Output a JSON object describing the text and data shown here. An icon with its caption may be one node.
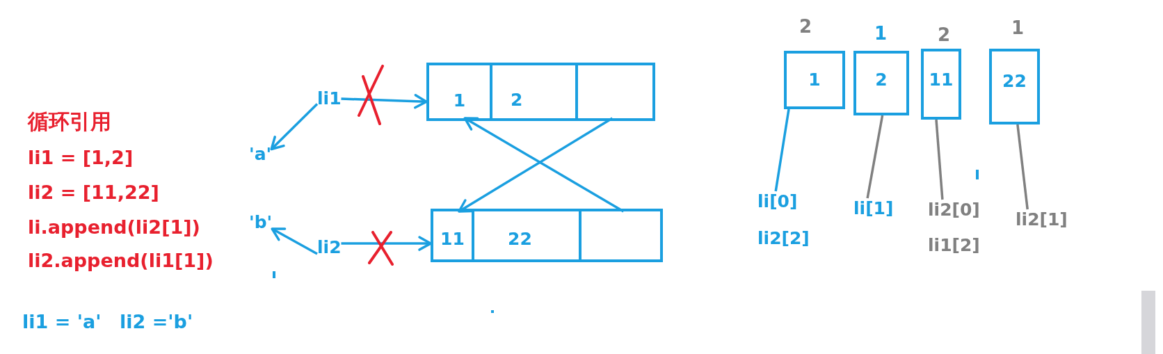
{
  "diagram": {
    "nodes": [
      {
        "text": [
          "li1"
        ]
      },
      {
        "text": [],
        "shape": "box"
      },
      {
        "text": [
          "1"
        ],
        "in": 1
      },
      {
        "text": [
          "2"
        ],
        "in": 1
      },
      {
        "text": [],
        "shape": "box",
        "in": 1
      },
      {
        "text": [
          "'a'"
        ]
      },
      {
        "text": [
          "'b'"
        ]
      },
      {
        "text": [
          "li2"
        ]
      },
      {
        "text": [],
        "shape": "box"
      },
      {
        "text": [
          "11"
        ],
        "in": 8
      },
      {
        "text": [
          "22"
        ],
        "in": 8
      },
      {
        "text": [],
        "shape": "box",
        "in": 8
      },
      {
        "text": [
          "1"
        ],
        "beside": [
          "2"
        ]
      },
      {
        "text": [
          "2"
        ],
        "beside": [
          "1"
        ]
      },
      {
        "text": [
          "11"
        ],
        "beside": [
          "2"
        ]
      },
      {
        "text": [
          "22"
        ],
        "beside": [
          "1"
        ]
      },
      {
        "text": [
          "li[0]",
          "li2[2]"
        ]
      },
      {
        "text": [
          "li[1]"
        ]
      },
      {
        "text": [
          "li2[0]",
          "li1[2]"
        ]
      },
      {
        "text": [
          "li2[1]"
        ]
      }
    ],
    "edges": [
      {
        "from": 0,
        "to": 5,
        "arrow": "to"
      },
      {
        "from": 0,
        "to": 1,
        "arrow": "to"
      },
      {
        "from": 7,
        "to": 6,
        "arrow": "to"
      },
      {
        "from": 7,
        "to": 8,
        "arrow": "to"
      },
      {
        "from": 4,
        "to": 9,
        "arrow": "to"
      },
      {
        "from": 11,
        "to": 2,
        "arrow": "to"
      },
      {
        "from": 16,
        "to": 12,
        "arrow": "none"
      },
      {
        "from": 17,
        "to": 13,
        "arrow": "none",
        "color": "#808080"
      },
      {
        "from": 18,
        "to": 14,
        "arrow": "none",
        "color": "#808080"
      },
      {
        "from": 19,
        "to": 15,
        "arrow": "none",
        "color": "#808080"
      }
    ],
    "labels": [
      "循环引用",
      "li1 = [1,2]",
      "li2 = [11,22]",
      "li.append(li2[1])",
      "li2.append(li1[1])",
      "li1 = 'a'",
      "li2 ='b'"
    ]
  }
}
